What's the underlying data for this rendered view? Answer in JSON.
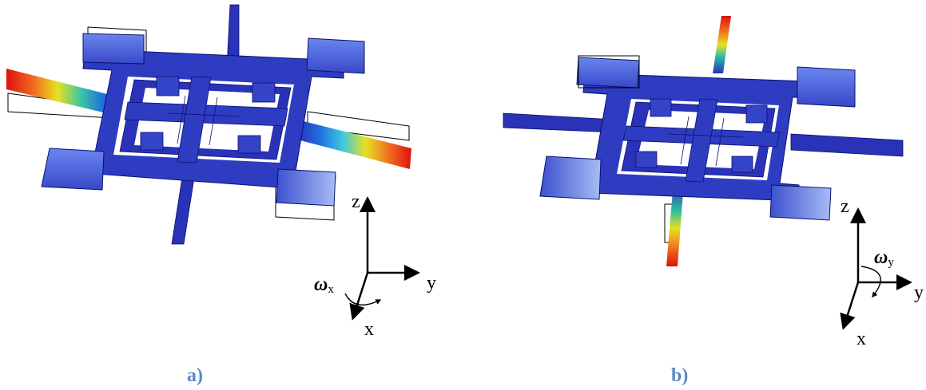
{
  "colors": {
    "structure": "#2a32b8",
    "structure_light": "#4a66e0",
    "deformation_hot": "#e01818",
    "panel_label": "#5b87c5",
    "axis": "#000000"
  },
  "panels": [
    {
      "label": "a)",
      "axes": {
        "z": "z",
        "y": "y",
        "x": "x"
      },
      "rotation": {
        "symbol": "ω",
        "subscript": "x"
      }
    },
    {
      "label": "b)",
      "axes": {
        "z": "z",
        "y": "y",
        "x": "x"
      },
      "rotation": {
        "symbol": "ω",
        "subscript": "y"
      }
    }
  ]
}
